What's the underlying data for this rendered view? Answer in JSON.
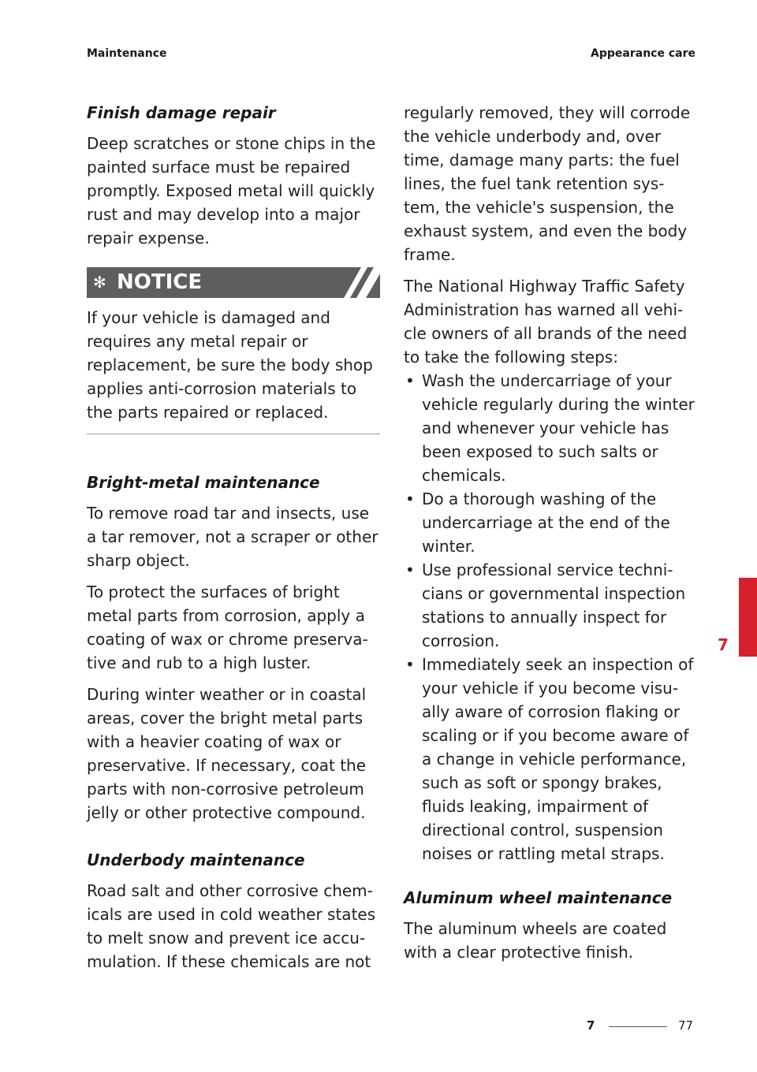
{
  "header": {
    "left": "Maintenance",
    "right": "Appearance care"
  },
  "left_column": {
    "finish": {
      "heading": "Finish damage repair",
      "body": "Deep scratches or stone chips in the painted surface must be repaired promptly. Exposed metal will quickly rust and may develop into a major repair expense."
    },
    "notice": {
      "icon": "✻",
      "icon_name": "notice-asterisk-icon",
      "title": "NOTICE",
      "body": "If your vehicle is damaged and requires any metal repair or replacement, be sure the body shop applies anti-corrosion materials to the parts repaired or replaced."
    },
    "bright_metal": {
      "heading": "Bright-metal maintenance",
      "paragraphs": [
        "To remove road tar and insects, use a tar remover, not a scraper or other sharp object.",
        "To protect the surfaces of bright metal parts from corrosion, apply a coating of wax or chrome preserva-tive and rub to a high luster.",
        "During winter weather or in coastal areas, cover the bright metal parts with a heavier coating of wax or preservative. If necessary, coat the parts with non-corrosive petroleum jelly or other protective compound."
      ]
    },
    "underbody": {
      "heading": "Underbody maintenance",
      "body_start": "Road salt and other corrosive chem-icals are used in cold weather states to melt snow and prevent ice accu-mulation. If these chemicals are not"
    }
  },
  "right_column": {
    "underbody_continued": "regularly removed, they will corrode the vehicle underbody and, over time, damage many parts: the fuel lines, the fuel tank retention sys-tem, the vehicle's suspension, the exhaust system, and even the body frame.",
    "nhtsa_intro": "The National Highway Traffic Safety Administration has warned all vehi-cle owners of all brands of the need to take the following steps:",
    "bullet_char": "•",
    "bullets": [
      "Wash the undercarriage of your vehicle regularly during the winter and whenever your vehicle has been exposed to such salts or chemicals.",
      "Do a thorough washing of the undercarriage at the end of the winter.",
      "Use professional service techni-cians or governmental inspection stations to annually inspect for corrosion.",
      "Immediately seek an inspection of your vehicle if you become visu-ally aware of corrosion flaking or scaling or if you become aware of a change in vehicle performance, such as soft or spongy brakes, fluids leaking, impairment of directional control, suspension noises or rattling metal straps."
    ],
    "aluminum": {
      "heading": "Aluminum wheel maintenance",
      "body": "The aluminum wheels are coated with a clear protective finish."
    }
  },
  "chapter_tab": {
    "number": "7",
    "color": "#d8202a"
  },
  "footer": {
    "chapter": "7",
    "page": "77"
  },
  "colors": {
    "notice_bar": "#5e5e5e",
    "accent": "#d8202a"
  }
}
